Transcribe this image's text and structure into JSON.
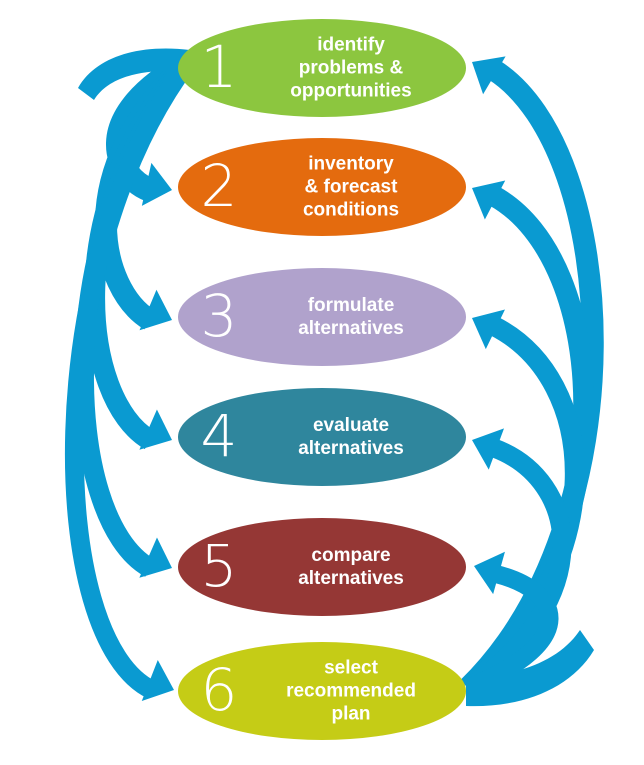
{
  "diagram": {
    "colors": {
      "arrow": "#0a9ad1"
    },
    "steps": [
      {
        "number": "1",
        "lines": [
          "identify",
          "problems &",
          "opportunities"
        ],
        "color": "#8cc63f"
      },
      {
        "number": "2",
        "lines": [
          "inventory",
          "& forecast",
          "conditions"
        ],
        "color": "#e46b0e"
      },
      {
        "number": "3",
        "lines": [
          "formulate",
          "alternatives"
        ],
        "color": "#b0a2cc"
      },
      {
        "number": "4",
        "lines": [
          "evaluate",
          "alternatives"
        ],
        "color": "#2f869d"
      },
      {
        "number": "5",
        "lines": [
          "compare",
          "alternatives"
        ],
        "color": "#953735"
      },
      {
        "number": "6",
        "lines": [
          "select",
          "recommended",
          "plan"
        ],
        "color": "#c5cc16"
      }
    ]
  }
}
